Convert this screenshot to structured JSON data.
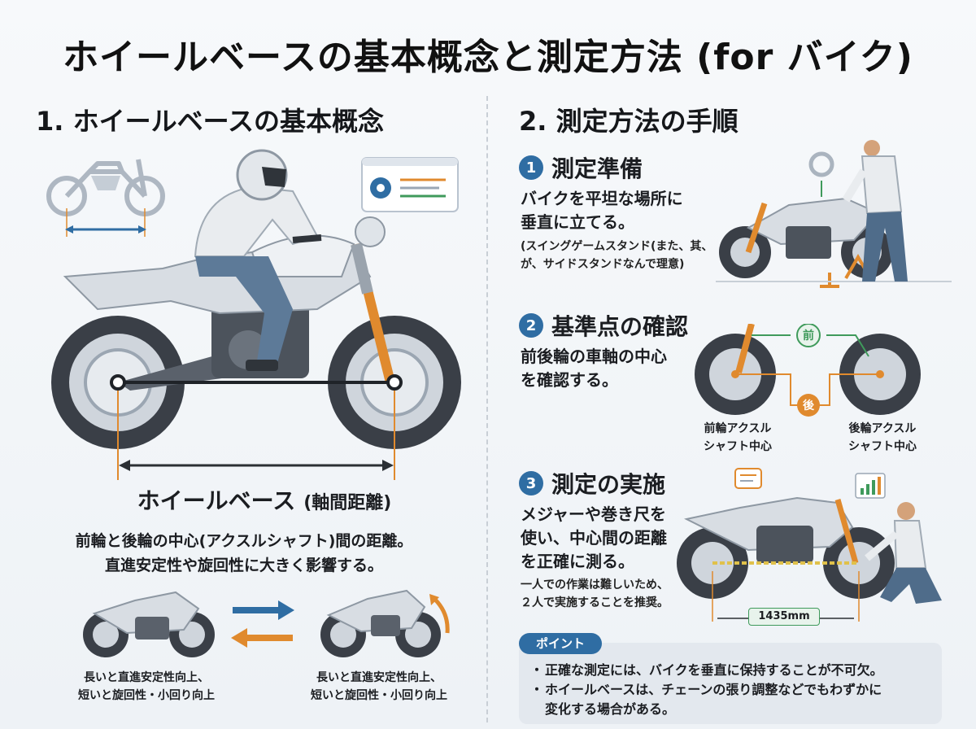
{
  "title": "ホイールベースの基本概念と測定方法 (for バイク)",
  "section1": {
    "heading": "1. ホイールベースの基本概念",
    "wheelbase_label": "ホイールベース",
    "wheelbase_paren": "(軸間距離)",
    "desc_line1": "前輪と後輪の中心(アクスルシャフト)間の距離。",
    "desc_line2": "直進安定性や旋回性に大きく影響する。",
    "compare_left_line1": "長いと直進安定性向上、",
    "compare_left_line2": "短いと旋回性・小回り向上",
    "compare_right_line1": "長いと直進安定性向上、",
    "compare_right_line2": "短いと旋回性・小回り向上"
  },
  "section2": {
    "heading": "2. 測定方法の手順",
    "steps": [
      {
        "num": "1",
        "title": "測定準備",
        "text_line1": "バイクを平坦な場所に",
        "text_line2": "垂直に立てる。",
        "note_line1": "(スイングゲームスタンド(また、其、",
        "note_line2": "が、サイドスタンドなんで理意)"
      },
      {
        "num": "2",
        "title": "基準点の確認",
        "text_line1": "前後輪の車軸の中心",
        "text_line2": "を確認する。",
        "front_tag": "前",
        "rear_tag": "後",
        "front_label_line1": "前輪アクスル",
        "front_label_line2": "シャフト中心",
        "rear_label_line1": "後輪アクスル",
        "rear_label_line2": "シャフト中心"
      },
      {
        "num": "3",
        "title": "測定の実施",
        "text_line1": "メジャーや巻き尺を",
        "text_line2": "使い、中心間の距離",
        "text_line3": "を正確に測る。",
        "note_line1": "一人での作業は難しいため、",
        "note_line2": "２人で実施することを推奨。",
        "measure_value": "1435mm"
      }
    ],
    "point": {
      "tag": "ポイント",
      "items": [
        "正確な測定には、バイクを垂直に保持することが不可欠。",
        "ホイールベースは、チェーンの張り調整などでもわずかに",
        "変化する場合がある。"
      ]
    }
  },
  "colors": {
    "accent_blue": "#2f6da3",
    "accent_orange": "#e08a2e",
    "accent_green": "#3f9a5b",
    "bike_body": "#d8dde3",
    "tire": "#3a3f47"
  },
  "icons": [
    "gear-icon",
    "arrow-right-icon",
    "arrow-left-icon",
    "curved-arrow-icon",
    "chat-icon",
    "bar-chart-icon"
  ]
}
